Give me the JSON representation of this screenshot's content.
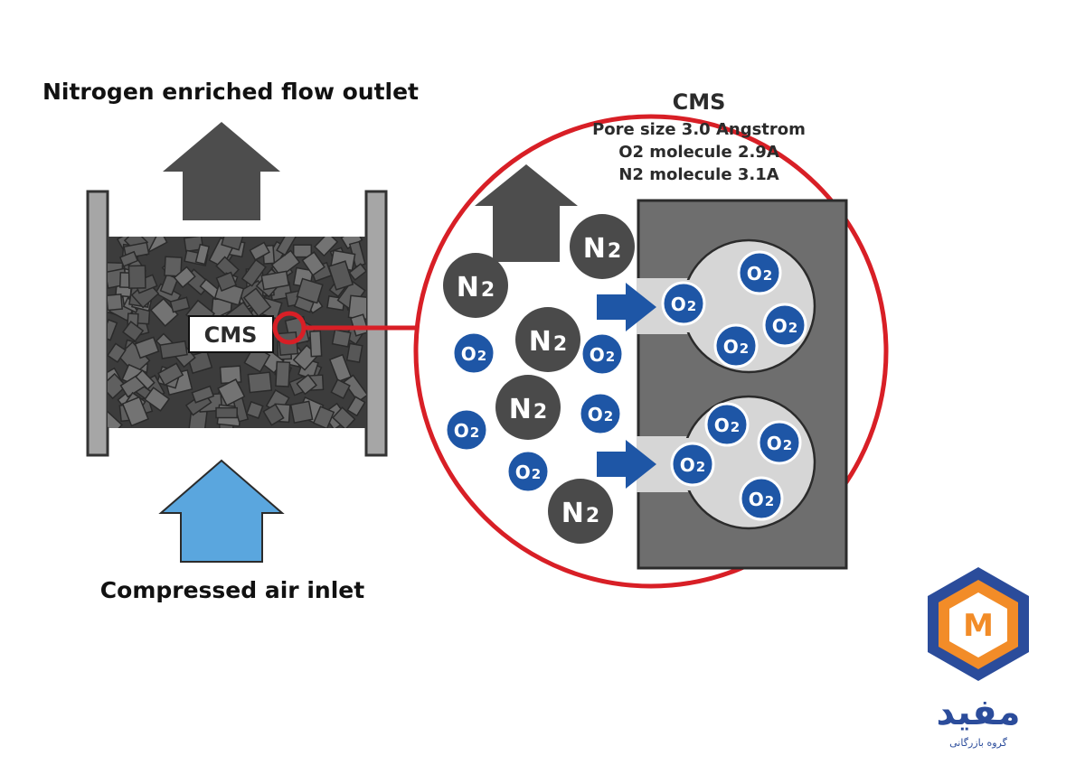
{
  "labels": {
    "outlet": "Nitrogen enriched flow outlet",
    "inlet": "Compressed air inlet",
    "cms_box": "CMS"
  },
  "zoom_panel": {
    "title": "CMS",
    "line1": "Pore size 3.0 Angstrom",
    "line2": "O2 molecule 2.9A",
    "line3": "N2 molecule 3.1A"
  },
  "molecules": {
    "n2_base": "N",
    "n2_sub": "2",
    "o2_base": "O",
    "o2_sub": "2"
  },
  "colors": {
    "outlet_arrow": "#4d4d4d",
    "inlet_arrow": "#5aa6de",
    "zoom_circle": "#d81f26",
    "o2_fill": "#1e56a6",
    "n2_fill": "#4a4a4a",
    "flow_arrow": "#1e56a6",
    "cms_block": "#6e6e6e",
    "pore": "#d6d6d6"
  },
  "logo": {
    "letter": "M",
    "text": "مفید",
    "subtext": "گروه بازرگانی"
  }
}
